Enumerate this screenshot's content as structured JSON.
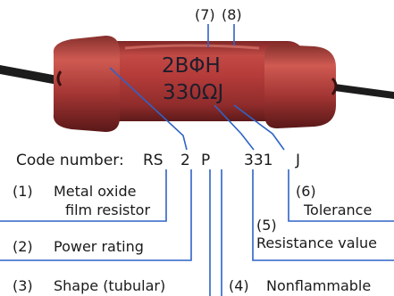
{
  "colors": {
    "resistor_body": "#b23a3a",
    "resistor_dark": "#7a2424",
    "lead": "#1c1c1c",
    "leader_line": "#2f63c6",
    "text": "#1a1a1a"
  },
  "top_callouts": [
    "(7)",
    "(8)"
  ],
  "body_marking": {
    "line1": "2BΦH",
    "line2": "330ΩJ"
  },
  "code_line": {
    "label": "Code number:",
    "segments": [
      "RS",
      "2",
      "P",
      "331",
      "J"
    ]
  },
  "items": [
    {
      "num": "(1)",
      "text_lines": [
        "Metal oxide",
        "film resistor"
      ]
    },
    {
      "num": "(2)",
      "text_lines": [
        "Power rating"
      ]
    },
    {
      "num": "(3)",
      "text_lines": [
        "Shape (tubular)"
      ]
    },
    {
      "num": "(4)",
      "text_lines": [
        "Nonflammable"
      ]
    },
    {
      "num": "(5)",
      "text_lines": [
        "Resistance value"
      ]
    },
    {
      "num": "(6)",
      "text_lines": [
        "Tolerance"
      ]
    }
  ]
}
